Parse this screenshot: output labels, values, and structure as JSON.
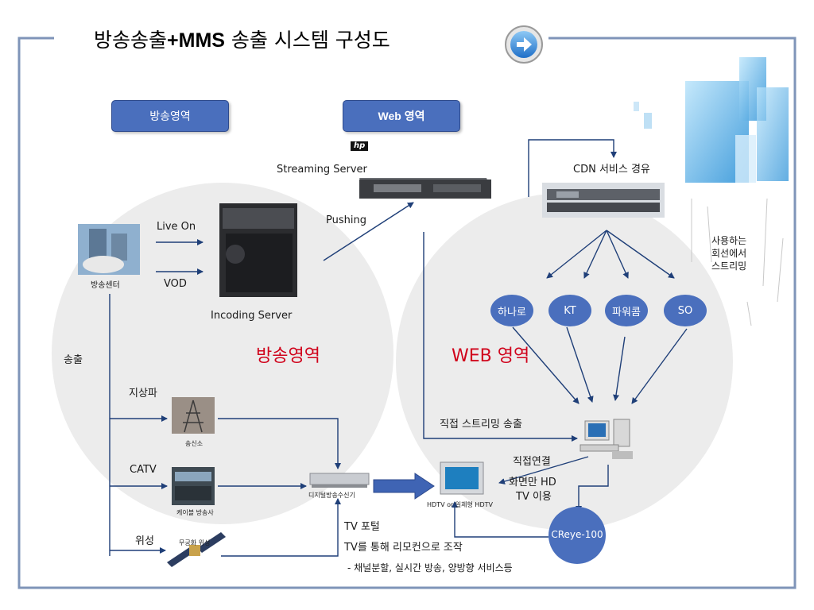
{
  "title": {
    "prefix": "방송송출",
    "bold": "+MMS",
    "suffix": " 송출 시스템 구성도"
  },
  "zones": {
    "broadcast_pill": "방송영역",
    "web_pill": "Web 영역",
    "broadcast_big": "방송영역",
    "web_big": "WEB 영역"
  },
  "servers": {
    "hp_logo": "hp",
    "streaming": "Streaming Server",
    "pushing": "Pushing",
    "incoding": "Incoding Server",
    "cdn": "CDN 서비스 경유"
  },
  "center": {
    "label": "방송센터",
    "live_on": "Live On",
    "vod": "VOD",
    "songchul": "송출"
  },
  "isps": [
    "하나로",
    "KT",
    "파워콤",
    "SO"
  ],
  "side_note": {
    "line1": "사용하는",
    "line2": "회선에서",
    "line3": "스트리밍"
  },
  "channels": {
    "terrestrial": "지상파",
    "terrestrial_site": "송신소",
    "catv": "CATV",
    "cable_station": "케이블 방송사",
    "satellite": "위성",
    "satellite_name": "무궁화 위성"
  },
  "receiver": {
    "label": "디지털방송수신기"
  },
  "tv": {
    "label": "HDTV or 일체형 HDTV"
  },
  "web_flow": {
    "direct_streaming": "직접 스트리밍 송출",
    "direct_connect": "직접연결",
    "screen_hd": "화면만 HD",
    "tv_use": "TV 이용"
  },
  "creye": "CReye-100",
  "portal": {
    "line1": "TV 포털",
    "line2": "TV를 통해 리모컨으로 조작",
    "line3": "- 채널분할, 실시간 방송, 양방향 서비스등"
  },
  "colors": {
    "pill": "#4a6fbd",
    "frame": "#7f94b8",
    "red_label": "#d0021b",
    "arrow": "#1f3f78",
    "zone_bg": "#ececec"
  }
}
